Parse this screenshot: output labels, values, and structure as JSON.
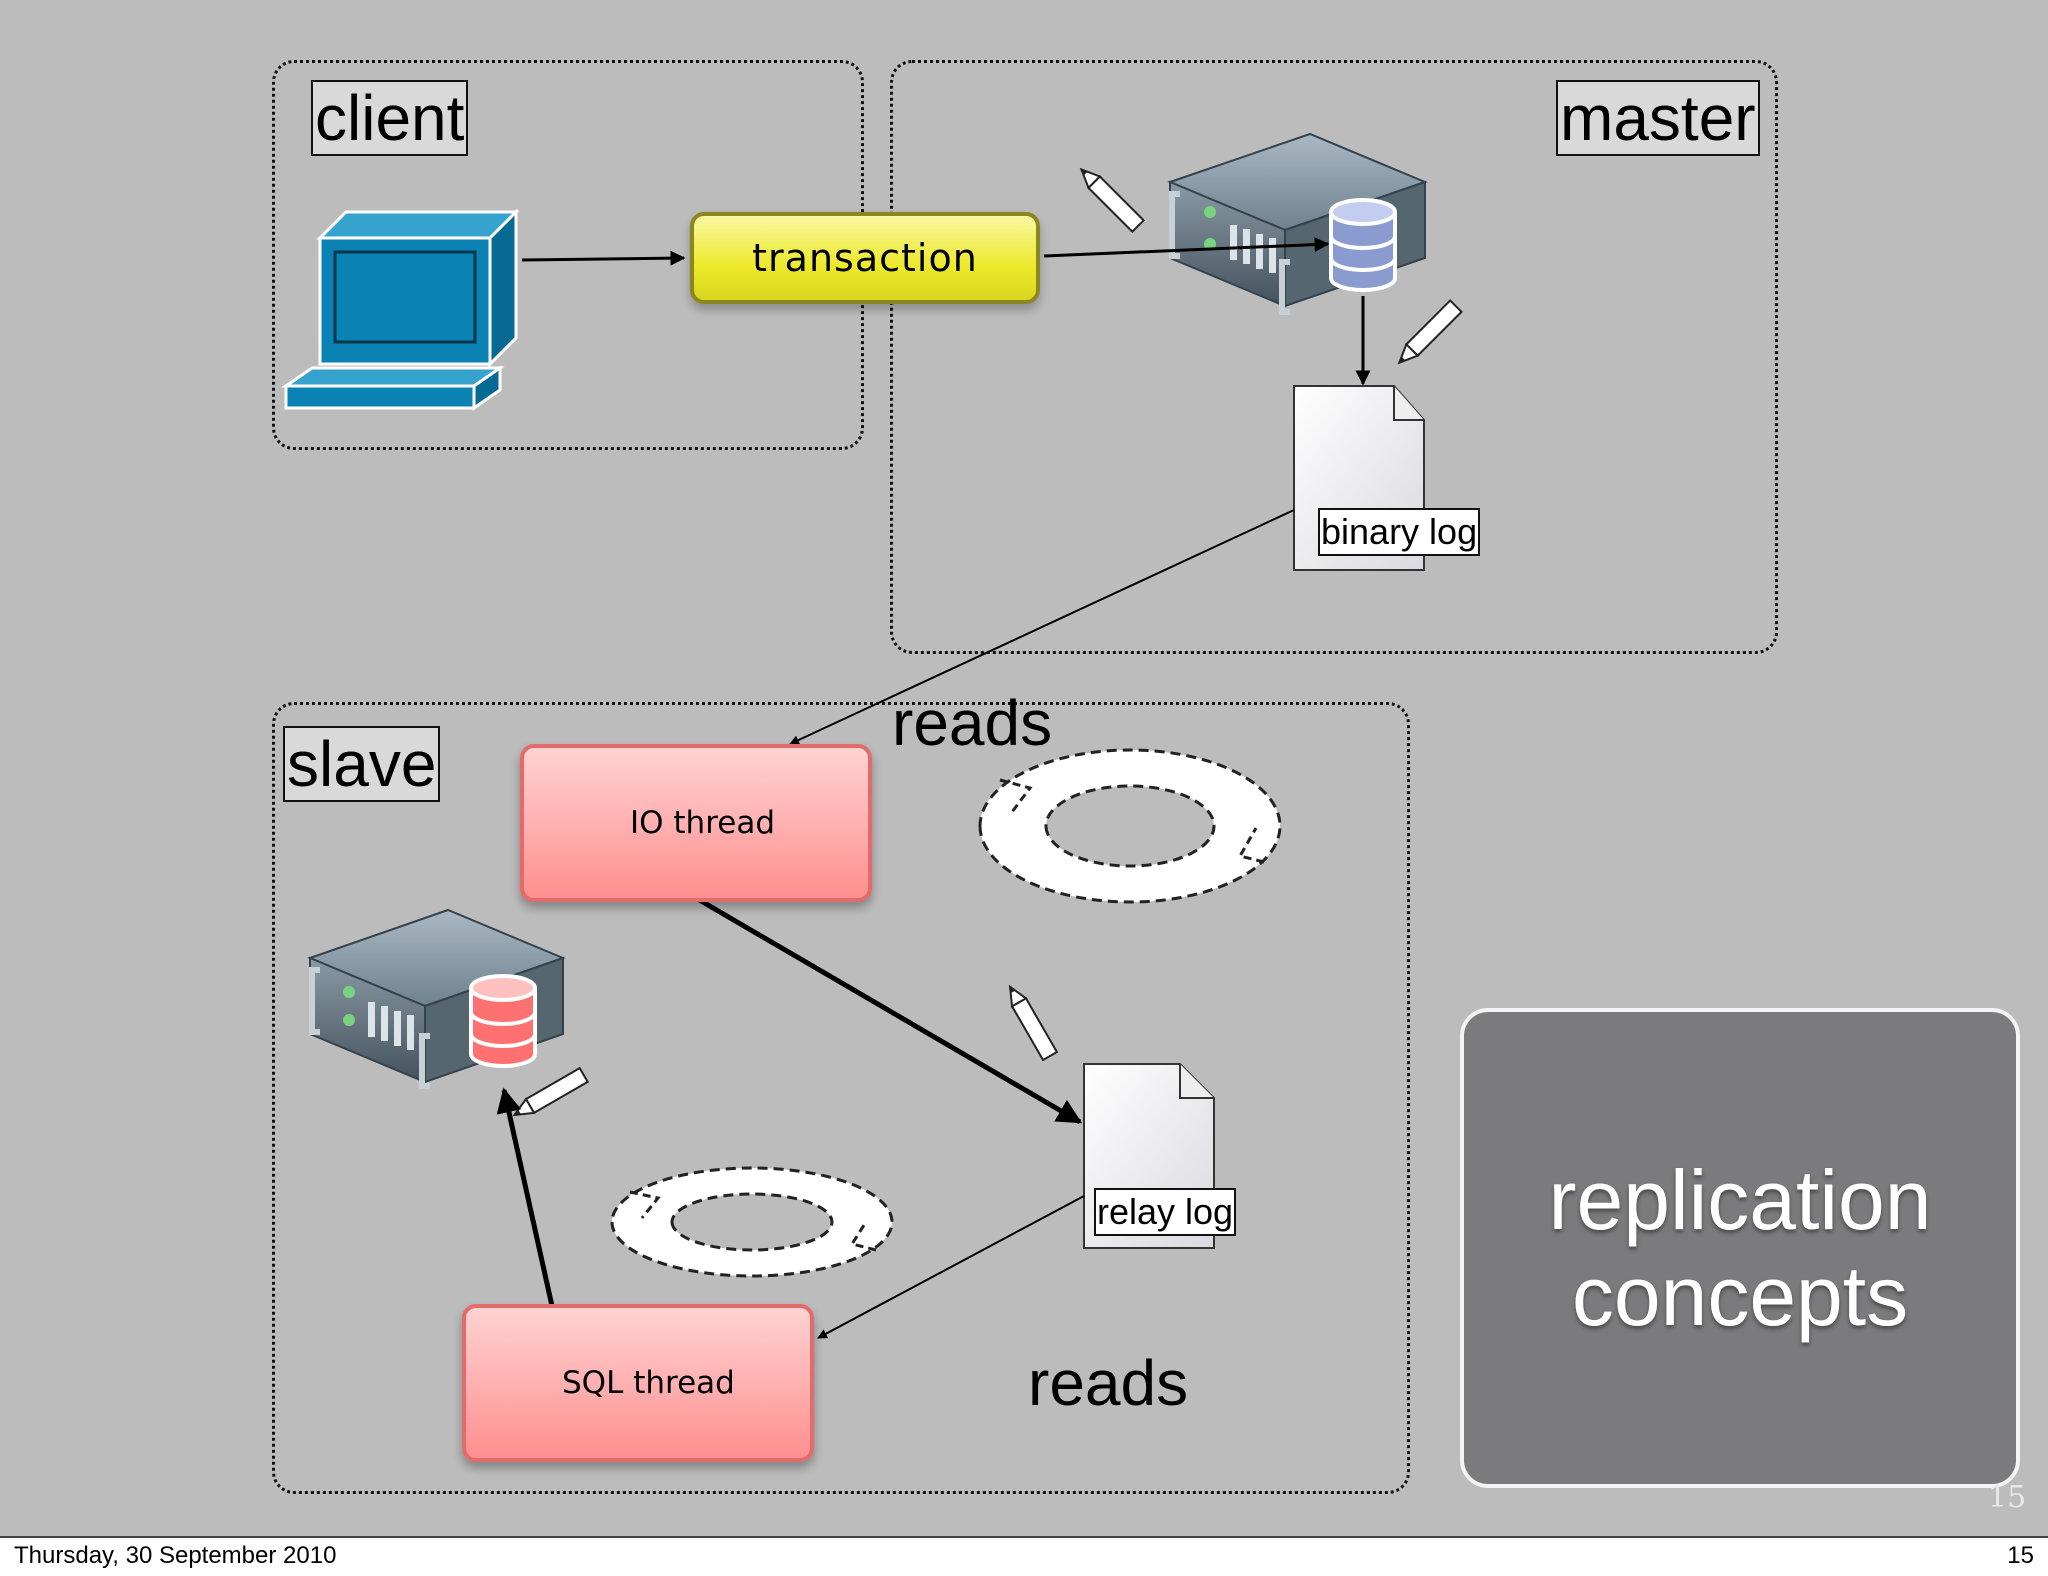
{
  "regions": {
    "client": "client",
    "master": "master",
    "slave": "slave"
  },
  "nodes": {
    "transaction": "transaction",
    "binary_log": "binary log",
    "io_thread": "IO thread",
    "relay_log": "relay log",
    "sql_thread": "SQL thread"
  },
  "edge_labels": {
    "reads_top": "reads",
    "reads_bottom": "reads"
  },
  "title_box": {
    "line1": "replication",
    "line2": "concepts"
  },
  "slide_number": "15",
  "footer": {
    "date": "Thursday, 30 September 2010",
    "page": "15"
  },
  "colors": {
    "transaction": "#ecea2a",
    "thread": "#ff9a9a",
    "computer": "#0a82b4",
    "master_db": "#8a9bd0",
    "slave_db": "#ff7070",
    "background": "#bdbcbd",
    "title_box": "#7b7a7c"
  },
  "icons": [
    "computer-icon",
    "server-icon",
    "database-icon",
    "pencil-icon",
    "document-icon",
    "gears-icon",
    "cycle-icon"
  ]
}
